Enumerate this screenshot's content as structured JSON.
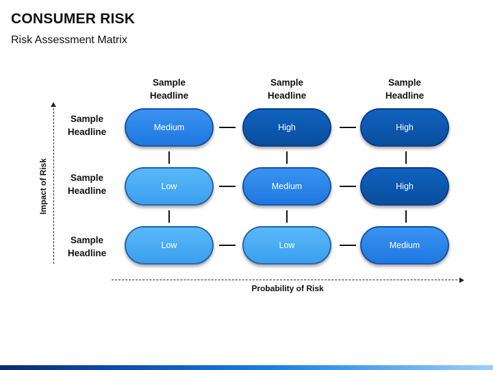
{
  "header": {
    "title": "CONSUMER RISK",
    "subtitle": "Risk Assessment Matrix"
  },
  "matrix": {
    "column_headers": [
      "Sample\nHeadline",
      "Sample\nHeadline",
      "Sample\nHeadline"
    ],
    "row_headers": [
      "Sample\nHeadline",
      "Sample\nHeadline",
      "Sample\nHeadline"
    ],
    "cells": [
      [
        "Medium",
        "High",
        "High"
      ],
      [
        "Low",
        "Medium",
        "High"
      ],
      [
        "Low",
        "Low",
        "Medium"
      ]
    ]
  },
  "axes": {
    "y_label": "Impact of Risk",
    "x_label": "Probability of Risk"
  },
  "colors": {
    "low": "#4aaef5",
    "medium": "#2a86ea",
    "high": "#0c58b0"
  }
}
